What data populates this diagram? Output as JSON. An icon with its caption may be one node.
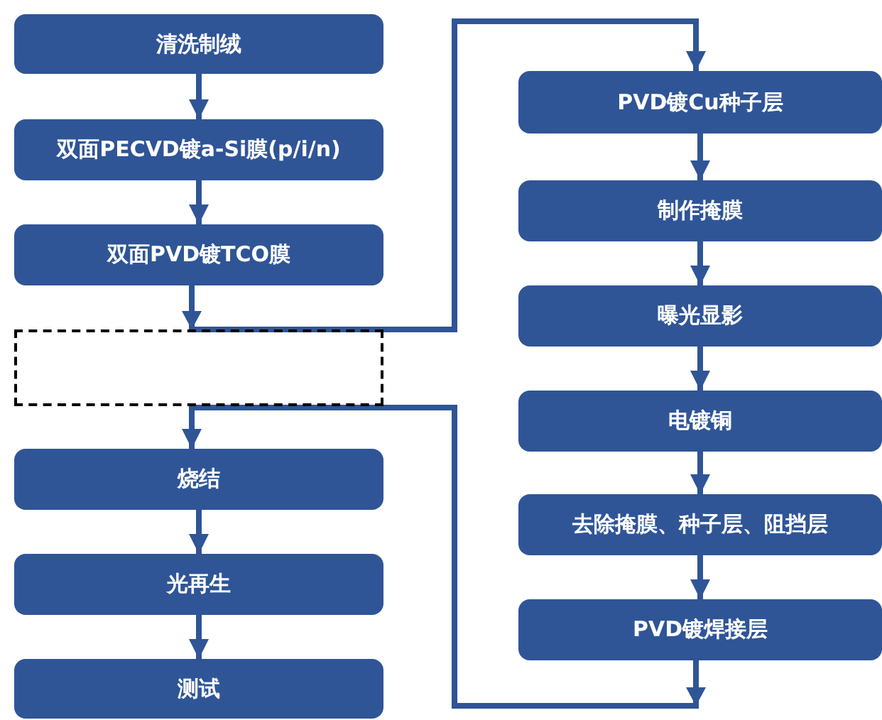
{
  "diagram": {
    "nodes": [
      {
        "text": [
          "清洗制绒"
        ]
      },
      {
        "text": [
          "双面PECVD镀a-Si膜(p/i/n)"
        ]
      },
      {
        "text": [
          "双面PVD镀TCO膜"
        ]
      },
      {
        "text": [],
        "shape": "box"
      },
      {
        "text": [
          "PVD镀Cu种子层"
        ]
      },
      {
        "text": [
          "制作掩膜"
        ]
      },
      {
        "text": [
          "曝光显影"
        ]
      },
      {
        "text": [
          "电镀铜"
        ]
      },
      {
        "text": [
          "去除掩膜、种子层、阻挡层"
        ]
      },
      {
        "text": [
          "PVD镀焊接层"
        ]
      },
      {
        "text": [
          "烧结"
        ]
      },
      {
        "text": [
          "光再生"
        ]
      },
      {
        "text": [
          "测试"
        ]
      }
    ],
    "edges": [
      {
        "from": 0,
        "to": 1,
        "arrow": "to"
      },
      {
        "from": 1,
        "to": 2,
        "arrow": "to"
      },
      {
        "from": 2,
        "to": 4,
        "arrow": "to"
      },
      {
        "from": 4,
        "to": 5,
        "arrow": "to"
      },
      {
        "from": 5,
        "to": 6,
        "arrow": "to"
      },
      {
        "from": 6,
        "to": 7,
        "arrow": "to"
      },
      {
        "from": 7,
        "to": 8,
        "arrow": "to"
      },
      {
        "from": 8,
        "to": 9,
        "arrow": "to"
      },
      {
        "from": 9,
        "to": 10,
        "arrow": "to"
      },
      {
        "from": 10,
        "to": 11,
        "arrow": "to"
      },
      {
        "from": 11,
        "to": 12,
        "arrow": "to"
      }
    ]
  }
}
